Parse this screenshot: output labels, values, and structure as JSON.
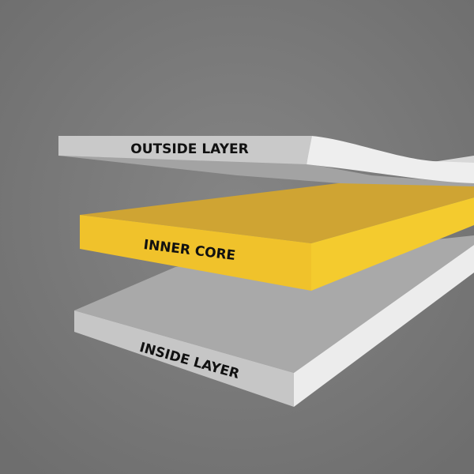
{
  "layers": {
    "outside": {
      "label": "OUTSIDE LAYER",
      "color": "#c9c9c9"
    },
    "core": {
      "label": "INNER CORE",
      "color": "#f2c42c"
    },
    "inside": {
      "label": "INSIDE LAYER",
      "color": "#c4c4c4"
    }
  },
  "colors": {
    "background": "#7a7a7a",
    "highlight": "#eeeeee"
  }
}
